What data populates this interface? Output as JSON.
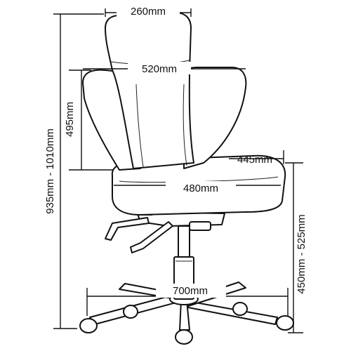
{
  "dimensions": {
    "back_width": "260mm",
    "backrest_width": "520mm",
    "back_height": "495mm",
    "overall_height": "935mm - 1010mm",
    "seat_depth": "445mm",
    "seat_width": "480mm",
    "base_width": "700mm",
    "seat_height": "450mm - 525mm"
  }
}
